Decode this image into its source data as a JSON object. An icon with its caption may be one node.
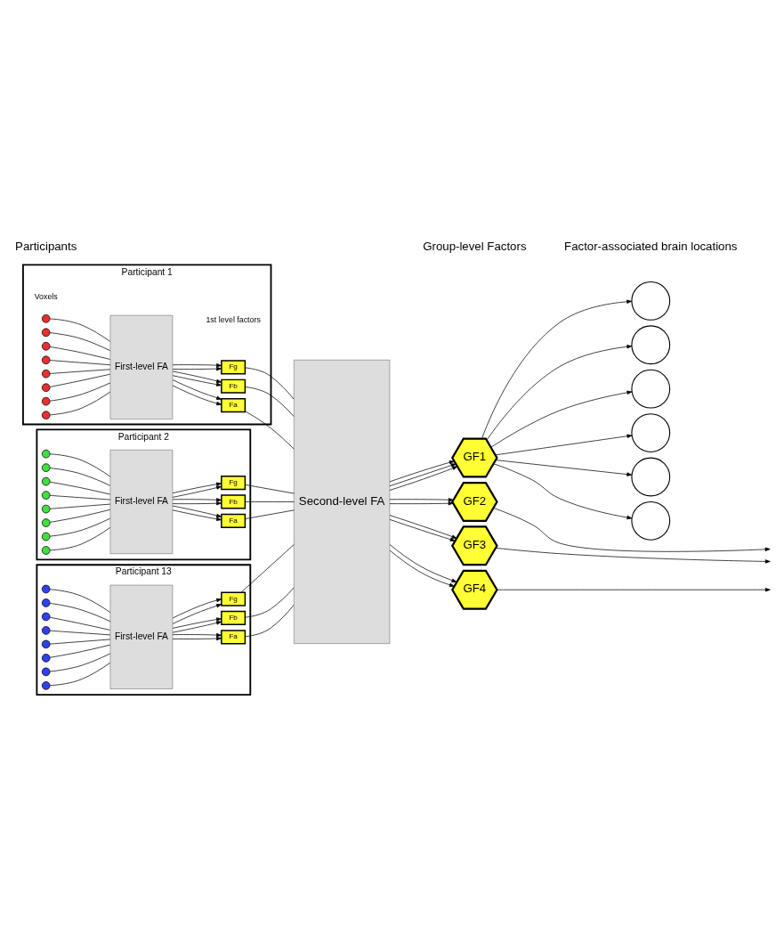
{
  "diagram": {
    "nodes": [
      {
        "text": [
          "Participant 1"
        ]
      },
      {
        "text": [],
        "shape": "circle",
        "in": 0
      },
      {
        "text": [],
        "shape": "circle",
        "in": 0
      },
      {
        "text": [],
        "shape": "circle",
        "in": 0
      },
      {
        "text": [],
        "shape": "circle",
        "in": 0
      },
      {
        "text": [],
        "shape": "circle",
        "in": 0
      },
      {
        "text": [],
        "shape": "circle",
        "in": 0
      },
      {
        "text": [],
        "shape": "circle",
        "in": 0
      },
      {
        "text": [],
        "shape": "circle",
        "in": 0
      },
      {
        "text": [
          "First-level FA"
        ],
        "in": 0
      },
      {
        "text": [
          "Fa"
        ],
        "in": 0
      },
      {
        "text": [
          "Fb"
        ],
        "in": 0
      },
      {
        "text": [
          "Fg"
        ],
        "in": 0
      },
      {
        "text": [
          "Participant 2"
        ]
      },
      {
        "text": [],
        "shape": "circle",
        "in": 13
      },
      {
        "text": [],
        "shape": "circle",
        "in": 13
      },
      {
        "text": [],
        "shape": "circle",
        "in": 13
      },
      {
        "text": [],
        "shape": "circle",
        "in": 13
      },
      {
        "text": [],
        "shape": "circle",
        "in": 13
      },
      {
        "text": [],
        "shape": "circle",
        "in": 13
      },
      {
        "text": [],
        "shape": "circle",
        "in": 13
      },
      {
        "text": [],
        "shape": "circle",
        "in": 13
      },
      {
        "text": [
          "First-level FA"
        ],
        "in": 13
      },
      {
        "text": [
          "Fa"
        ],
        "in": 13
      },
      {
        "text": [
          "Fb"
        ],
        "in": 13
      },
      {
        "text": [
          "Fg"
        ],
        "in": 13
      },
      {
        "text": [
          "Participant 13"
        ]
      },
      {
        "text": [],
        "shape": "circle",
        "in": 26
      },
      {
        "text": [],
        "shape": "circle",
        "in": 26
      },
      {
        "text": [],
        "shape": "circle",
        "in": 26
      },
      {
        "text": [],
        "shape": "circle",
        "in": 26
      },
      {
        "text": [],
        "shape": "circle",
        "in": 26
      },
      {
        "text": [],
        "shape": "circle",
        "in": 26
      },
      {
        "text": [],
        "shape": "circle",
        "in": 26
      },
      {
        "text": [],
        "shape": "circle",
        "in": 26
      },
      {
        "text": [
          "First-level FA"
        ],
        "in": 26
      },
      {
        "text": [
          "Fa"
        ],
        "in": 26
      },
      {
        "text": [
          "Fb"
        ],
        "in": 26
      },
      {
        "text": [
          "Fg"
        ],
        "in": 26
      },
      {
        "text": [
          "Second-level FA"
        ]
      },
      {
        "text": [
          "GF1"
        ]
      },
      {
        "text": [
          "GF2"
        ]
      },
      {
        "text": [
          "GF3"
        ]
      },
      {
        "text": [
          "GF4"
        ]
      },
      {
        "text": [],
        "shape": "circle"
      },
      {
        "text": [],
        "shape": "circle"
      },
      {
        "text": [],
        "shape": "circle"
      },
      {
        "text": [],
        "shape": "circle"
      },
      {
        "text": [],
        "shape": "circle"
      },
      {
        "text": [],
        "shape": "circle"
      }
    ],
    "edges": [
      {
        "from": 1,
        "to": 9,
        "arrow": "none"
      },
      {
        "from": 2,
        "to": 9,
        "arrow": "none"
      },
      {
        "from": 3,
        "to": 9,
        "arrow": "none"
      },
      {
        "from": 4,
        "to": 9,
        "arrow": "none"
      },
      {
        "from": 5,
        "to": 9,
        "arrow": "none"
      },
      {
        "from": 6,
        "to": 9,
        "arrow": "none"
      },
      {
        "from": 7,
        "to": 9,
        "arrow": "none"
      },
      {
        "from": 8,
        "to": 9,
        "arrow": "none"
      },
      {
        "from": 9,
        "to": 10,
        "arrow": "to"
      },
      {
        "from": 9,
        "to": 10,
        "arrow": "to"
      },
      {
        "from": 9,
        "to": 11,
        "arrow": "to"
      },
      {
        "from": 9,
        "to": 11,
        "arrow": "to"
      },
      {
        "from": 9,
        "to": 12,
        "arrow": "to"
      },
      {
        "from": 9,
        "to": 12,
        "arrow": "to"
      },
      {
        "from": 14,
        "to": 22,
        "arrow": "none"
      },
      {
        "from": 15,
        "to": 22,
        "arrow": "none"
      },
      {
        "from": 16,
        "to": 22,
        "arrow": "none"
      },
      {
        "from": 17,
        "to": 22,
        "arrow": "none"
      },
      {
        "from": 18,
        "to": 22,
        "arrow": "none"
      },
      {
        "from": 19,
        "to": 22,
        "arrow": "none"
      },
      {
        "from": 20,
        "to": 22,
        "arrow": "none"
      },
      {
        "from": 21,
        "to": 22,
        "arrow": "none"
      },
      {
        "from": 22,
        "to": 23,
        "arrow": "to"
      },
      {
        "from": 22,
        "to": 23,
        "arrow": "to"
      },
      {
        "from": 22,
        "to": 24,
        "arrow": "to"
      },
      {
        "from": 22,
        "to": 24,
        "arrow": "to"
      },
      {
        "from": 22,
        "to": 25,
        "arrow": "to"
      },
      {
        "from": 22,
        "to": 25,
        "arrow": "to"
      },
      {
        "from": 27,
        "to": 35,
        "arrow": "none"
      },
      {
        "from": 28,
        "to": 35,
        "arrow": "none"
      },
      {
        "from": 29,
        "to": 35,
        "arrow": "none"
      },
      {
        "from": 30,
        "to": 35,
        "arrow": "none"
      },
      {
        "from": 31,
        "to": 35,
        "arrow": "none"
      },
      {
        "from": 32,
        "to": 35,
        "arrow": "none"
      },
      {
        "from": 33,
        "to": 35,
        "arrow": "none"
      },
      {
        "from": 34,
        "to": 35,
        "arrow": "none"
      },
      {
        "from": 35,
        "to": 36,
        "arrow": "to"
      },
      {
        "from": 35,
        "to": 36,
        "arrow": "to"
      },
      {
        "from": 35,
        "to": 37,
        "arrow": "to"
      },
      {
        "from": 35,
        "to": 37,
        "arrow": "to"
      },
      {
        "from": 35,
        "to": 38,
        "arrow": "to"
      },
      {
        "from": 35,
        "to": 38,
        "arrow": "to"
      },
      {
        "from": 10,
        "to": 39,
        "arrow": "none"
      },
      {
        "from": 11,
        "to": 39,
        "arrow": "none"
      },
      {
        "from": 12,
        "to": 39,
        "arrow": "none"
      },
      {
        "from": 23,
        "to": 39,
        "arrow": "none"
      },
      {
        "from": 24,
        "to": 39,
        "arrow": "none"
      },
      {
        "from": 25,
        "to": 39,
        "arrow": "none"
      },
      {
        "from": 36,
        "to": 39,
        "arrow": "none"
      },
      {
        "from": 37,
        "to": 39,
        "arrow": "none"
      },
      {
        "from": 38,
        "to": 39,
        "arrow": "none"
      },
      {
        "from": 39,
        "to": 40,
        "arrow": "to"
      },
      {
        "from": 39,
        "to": 40,
        "arrow": "to"
      },
      {
        "from": 39,
        "to": 40,
        "arrow": "to"
      },
      {
        "from": 39,
        "to": 41,
        "arrow": "to"
      },
      {
        "from": 39,
        "to": 41,
        "arrow": "to"
      },
      {
        "from": 39,
        "to": 42,
        "arrow": "to"
      },
      {
        "from": 39,
        "to": 42,
        "arrow": "to"
      },
      {
        "from": 39,
        "to": 43,
        "arrow": "to"
      },
      {
        "from": 39,
        "to": 43,
        "arrow": "to"
      },
      {
        "from": 40,
        "to": 44,
        "arrow": "to"
      },
      {
        "from": 40,
        "to": 45,
        "arrow": "to"
      },
      {
        "from": 40,
        "to": 46,
        "arrow": "to"
      },
      {
        "from": 40,
        "to": 47,
        "arrow": "to"
      },
      {
        "from": 40,
        "to": 48,
        "arrow": "to"
      },
      {
        "from": 40,
        "to": 49,
        "arrow": "to"
      },
      {
        "from": 41,
        "to": null,
        "arrow": "to"
      },
      {
        "from": 42,
        "to": null,
        "arrow": "to"
      },
      {
        "from": 43,
        "to": null,
        "arrow": "to"
      }
    ],
    "labels": [
      "Participants",
      "Group-level Factors",
      "Factor-associated brain locations",
      "Voxels",
      "1st level factors"
    ]
  }
}
